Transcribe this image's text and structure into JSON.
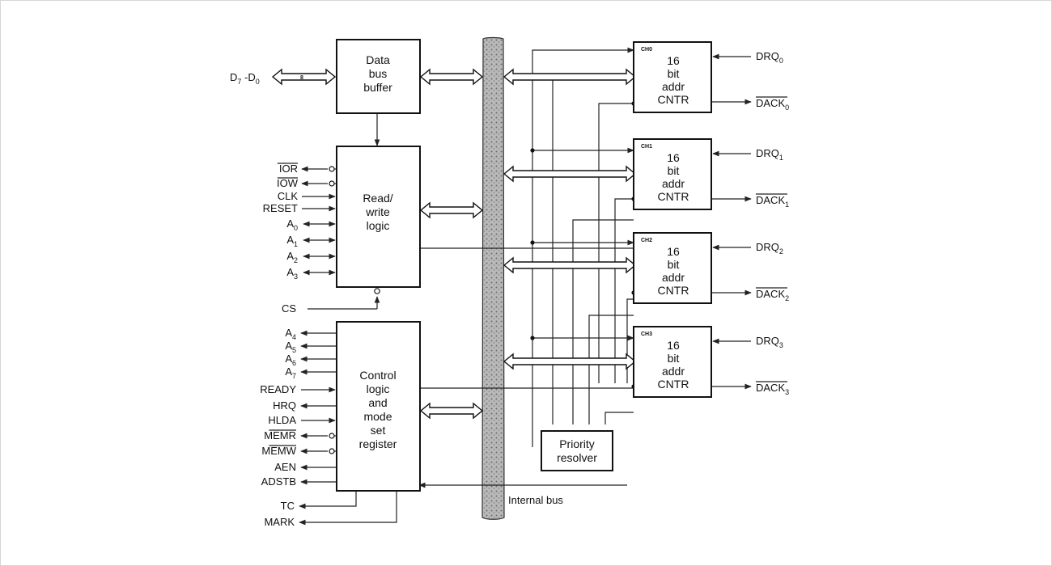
{
  "blocks": {
    "data_bus_buffer": [
      "Data",
      "bus",
      "buffer"
    ],
    "read_write_logic": [
      "Read/",
      "write",
      "logic"
    ],
    "control_logic": [
      "Control",
      "logic",
      "and",
      "mode",
      "set",
      "register"
    ],
    "priority_resolver": [
      "Priority",
      "resolver"
    ],
    "internal_bus": "Internal bus",
    "bus_width": "8"
  },
  "data_bus": {
    "main": "D",
    "sub1": "7",
    "sep": " -D",
    "sub2": "0"
  },
  "rw_pins": [
    {
      "main": "IOR",
      "sub": "",
      "over": true
    },
    {
      "main": "IOW",
      "sub": "",
      "over": true
    },
    {
      "main": "CLK",
      "sub": "",
      "over": false
    },
    {
      "main": "RESET",
      "sub": "",
      "over": false
    },
    {
      "main": "A",
      "sub": "0",
      "over": false
    },
    {
      "main": "A",
      "sub": "1",
      "over": false
    },
    {
      "main": "A",
      "sub": "2",
      "over": false
    },
    {
      "main": "A",
      "sub": "3",
      "over": false
    }
  ],
  "cs_pin": "CS",
  "ctrl_pins": [
    {
      "main": "A",
      "sub": "4",
      "over": false
    },
    {
      "main": "A",
      "sub": "5",
      "over": false
    },
    {
      "main": "A",
      "sub": "6",
      "over": false
    },
    {
      "main": "A",
      "sub": "7",
      "over": false
    },
    {
      "main": "READY",
      "sub": "",
      "over": false
    },
    {
      "main": "HRQ",
      "sub": "",
      "over": false
    },
    {
      "main": "HLDA",
      "sub": "",
      "over": false
    },
    {
      "main": "MEMR",
      "sub": "",
      "over": true
    },
    {
      "main": "MEMW",
      "sub": "",
      "over": true
    },
    {
      "main": "AEN",
      "sub": "",
      "over": false
    },
    {
      "main": "ADSTB",
      "sub": "",
      "over": false
    }
  ],
  "bottom_pins": [
    "TC",
    "MARK"
  ],
  "channels": [
    {
      "tag": "CH0",
      "lines": [
        "16",
        "bit",
        "addr",
        "CNTR"
      ],
      "drq": "DRQ",
      "dack": "DACK",
      "n": "0"
    },
    {
      "tag": "CH1",
      "lines": [
        "16",
        "bit",
        "addr",
        "CNTR"
      ],
      "drq": "DRQ",
      "dack": "DACK",
      "n": "1"
    },
    {
      "tag": "CH2",
      "lines": [
        "16",
        "bit",
        "addr",
        "CNTR"
      ],
      "drq": "DRQ",
      "dack": "DACK",
      "n": "2"
    },
    {
      "tag": "CH3",
      "lines": [
        "16",
        "bit",
        "addr",
        "CNTR"
      ],
      "drq": "DRQ",
      "dack": "DACK",
      "n": "3"
    }
  ]
}
